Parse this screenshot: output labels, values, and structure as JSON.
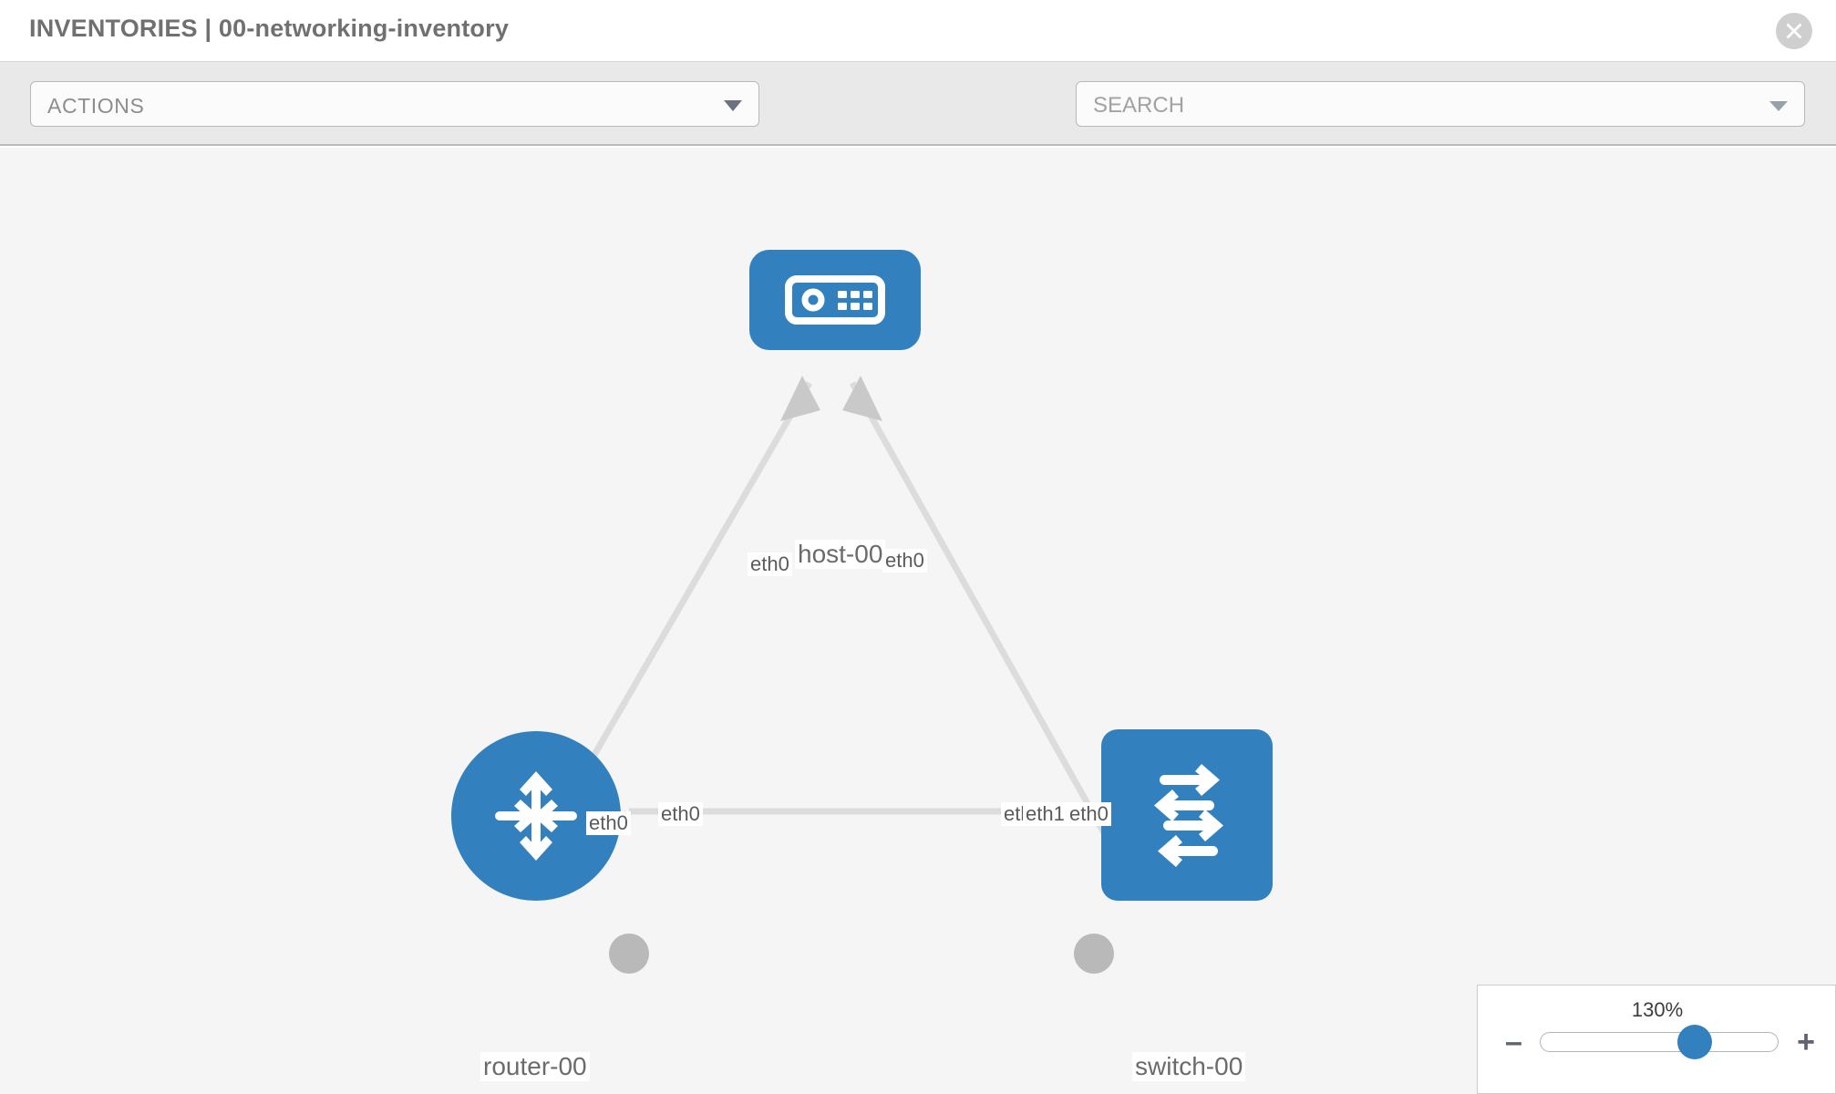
{
  "header": {
    "title": "INVENTORIES | 00-networking-inventory",
    "close_icon": "close-icon"
  },
  "toolbar": {
    "actions_label": "ACTIONS",
    "actions_caret_icon": "chevron-down-icon",
    "wrench_icon": "wrench-icon",
    "key_icon": "key-icon",
    "search_placeholder": "SEARCH",
    "search_caret_icon": "chevron-down-icon"
  },
  "topology": {
    "nodes": [
      {
        "id": "host-00",
        "label": "host-00",
        "icon": "server-icon",
        "shape": "rounded-rect",
        "color": "#3280be"
      },
      {
        "id": "router-00",
        "label": "router-00",
        "icon": "router-icon",
        "shape": "circle",
        "color": "#3280be"
      },
      {
        "id": "switch-00",
        "label": "switch-00",
        "icon": "switch-icon",
        "shape": "rounded-rect",
        "color": "#3280be"
      }
    ],
    "links": [
      {
        "from": "host-00",
        "to": "router-00",
        "from_label": "eth0",
        "to_label": "eth0"
      },
      {
        "from": "host-00",
        "to": "switch-00",
        "from_label": "eth0",
        "to_label": "eth0"
      },
      {
        "from": "router-00",
        "to": "switch-00",
        "from_label": "eth0",
        "to_label": "eth0"
      },
      {
        "from": "router-00",
        "to": "switch-00",
        "from_label": "",
        "to_label": "eth1"
      }
    ],
    "edge_labels": {
      "host_left": "eth0",
      "host_right": "eth0",
      "router_upper": "eth0",
      "switch_upper": "eth0",
      "router_right": "eth0",
      "switch_left_a": "eth0",
      "switch_left_b": "eth1"
    },
    "link_color": "#dcdcdc",
    "connector_color": "#b9b9b9"
  },
  "zoom_control": {
    "value": "130%",
    "minus_label": "–",
    "plus_label": "+",
    "percent": 65
  }
}
